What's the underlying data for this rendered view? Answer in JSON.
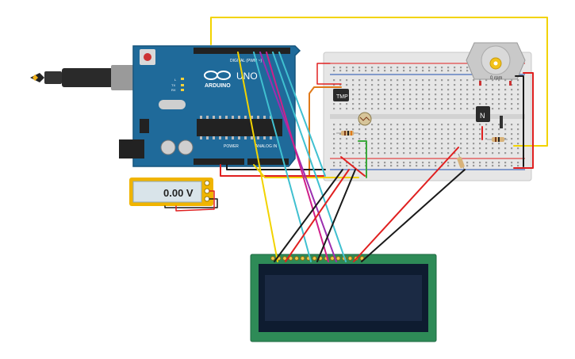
{
  "arduino": {
    "brand": "ARDUINO",
    "model": "UNO",
    "digital_header": "DIGITAL (PWM ~)",
    "power_header": "POWER",
    "analog_header": "ANALOG IN",
    "label_tx": "TX",
    "label_rx": "RX",
    "label_l": "L",
    "board_color": "#1f6a9a"
  },
  "multimeter": {
    "reading": "0.00 V",
    "border_color": "#f0b400"
  },
  "motor": {
    "label": "0 rpm"
  },
  "components": {
    "temp_sensor_label": "TMP",
    "transistor_label": "N"
  },
  "lcd": {
    "board_color": "#2e8b57",
    "screen_color": "#1b2a44"
  },
  "wire_colors": {
    "yellow": "#f2d300",
    "red": "#e02020",
    "black": "#1a1a1a",
    "cyan": "#40c0d0",
    "purple": "#9b2fb0",
    "magenta": "#d0208a",
    "green": "#3aa83a",
    "orange": "#e07a1a"
  }
}
